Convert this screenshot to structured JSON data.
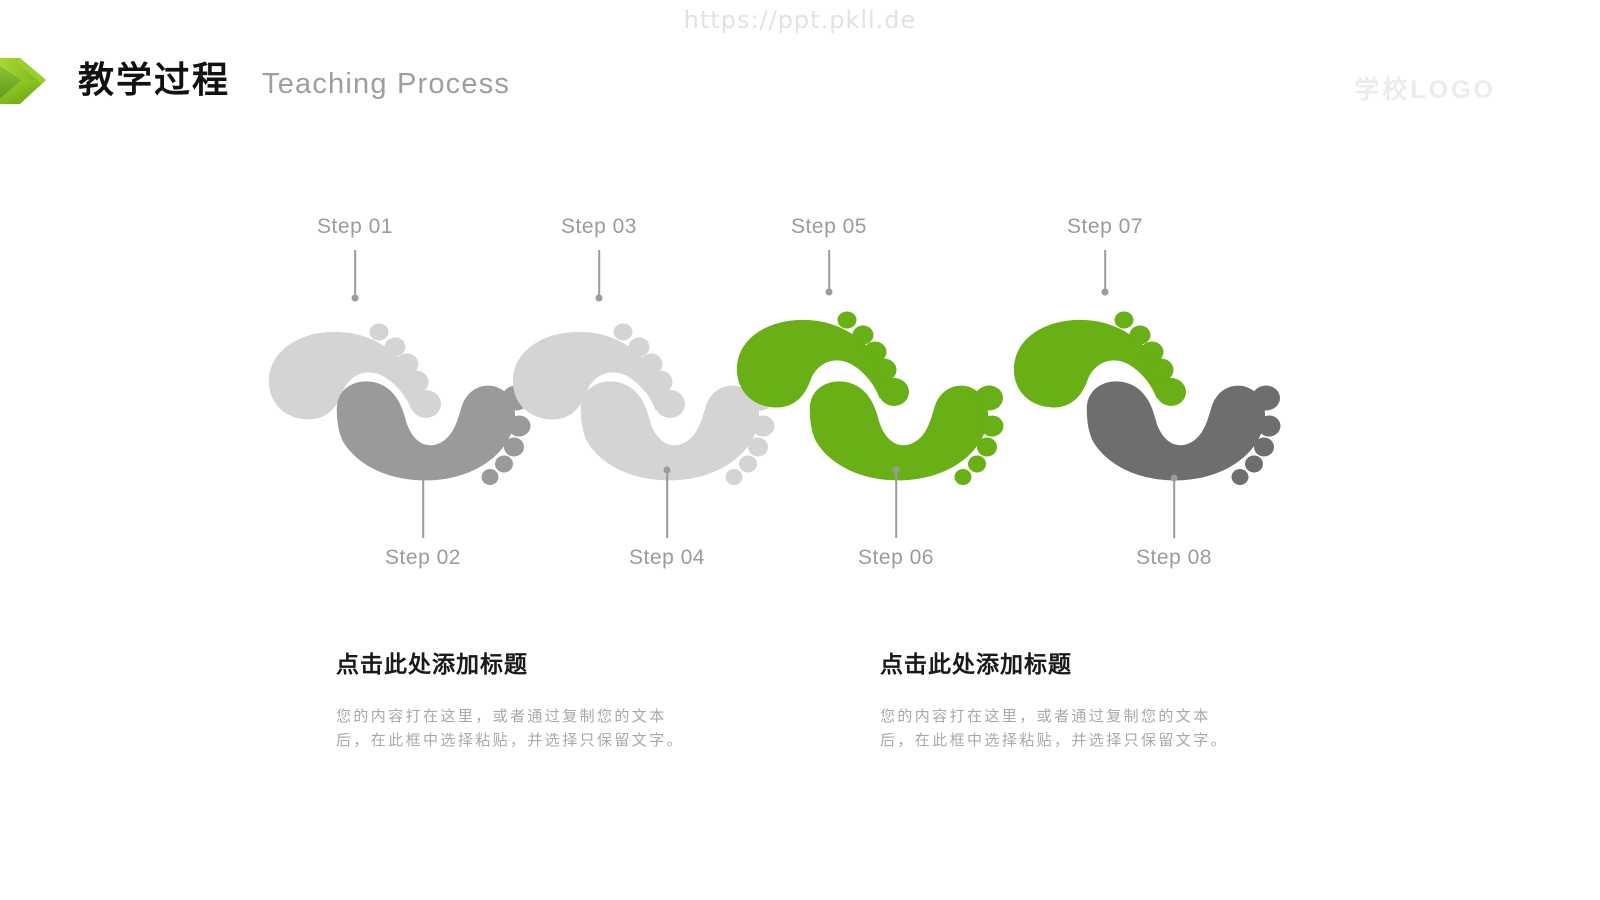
{
  "watermark": "https://ppt.pkll.de",
  "header": {
    "title": "教学过程",
    "subtitle": "Teaching Process",
    "school_logo": "学校LOGO",
    "logo_icon": "green-chevron-arrow-icon"
  },
  "colors": {
    "green": "#69AF16",
    "light_gray": "#D4D4D4",
    "mid_gray": "#9A9A9A",
    "dark_gray": "#6E6E6E",
    "label_gray": "#9B9B9B",
    "title_black": "#1A1A1A",
    "body_gray": "#A9A9A9",
    "watermark_gray": "#E2E2E2",
    "school_logo_gray": "#ECECEC"
  },
  "steps": [
    {
      "label": "Step 01",
      "position": "top",
      "color_name": "light_gray",
      "color": "#D4D4D4"
    },
    {
      "label": "Step 02",
      "position": "bottom",
      "color_name": "mid_gray",
      "color": "#9A9A9A"
    },
    {
      "label": "Step 03",
      "position": "top",
      "color_name": "light_gray",
      "color": "#D4D4D4"
    },
    {
      "label": "Step 04",
      "position": "bottom",
      "color_name": "light_gray",
      "color": "#D4D4D4"
    },
    {
      "label": "Step 05",
      "position": "top",
      "color_name": "green",
      "color": "#69AF16"
    },
    {
      "label": "Step 06",
      "position": "bottom",
      "color_name": "green",
      "color": "#69AF16"
    },
    {
      "label": "Step 07",
      "position": "top",
      "color_name": "green",
      "color": "#69AF16"
    },
    {
      "label": "Step 08",
      "position": "bottom",
      "color_name": "dark_gray",
      "color": "#6E6E6E"
    }
  ],
  "content_blocks": [
    {
      "title": "点击此处添加标题",
      "body": "您的内容打在这里，或者通过复制您的文本后，在此框中选择粘贴，并选择只保留文字。"
    },
    {
      "title": "点击此处添加标题",
      "body": "您的内容打在这里，或者通过复制您的文本后，在此框中选择粘贴，并选择只保留文字。"
    }
  ]
}
